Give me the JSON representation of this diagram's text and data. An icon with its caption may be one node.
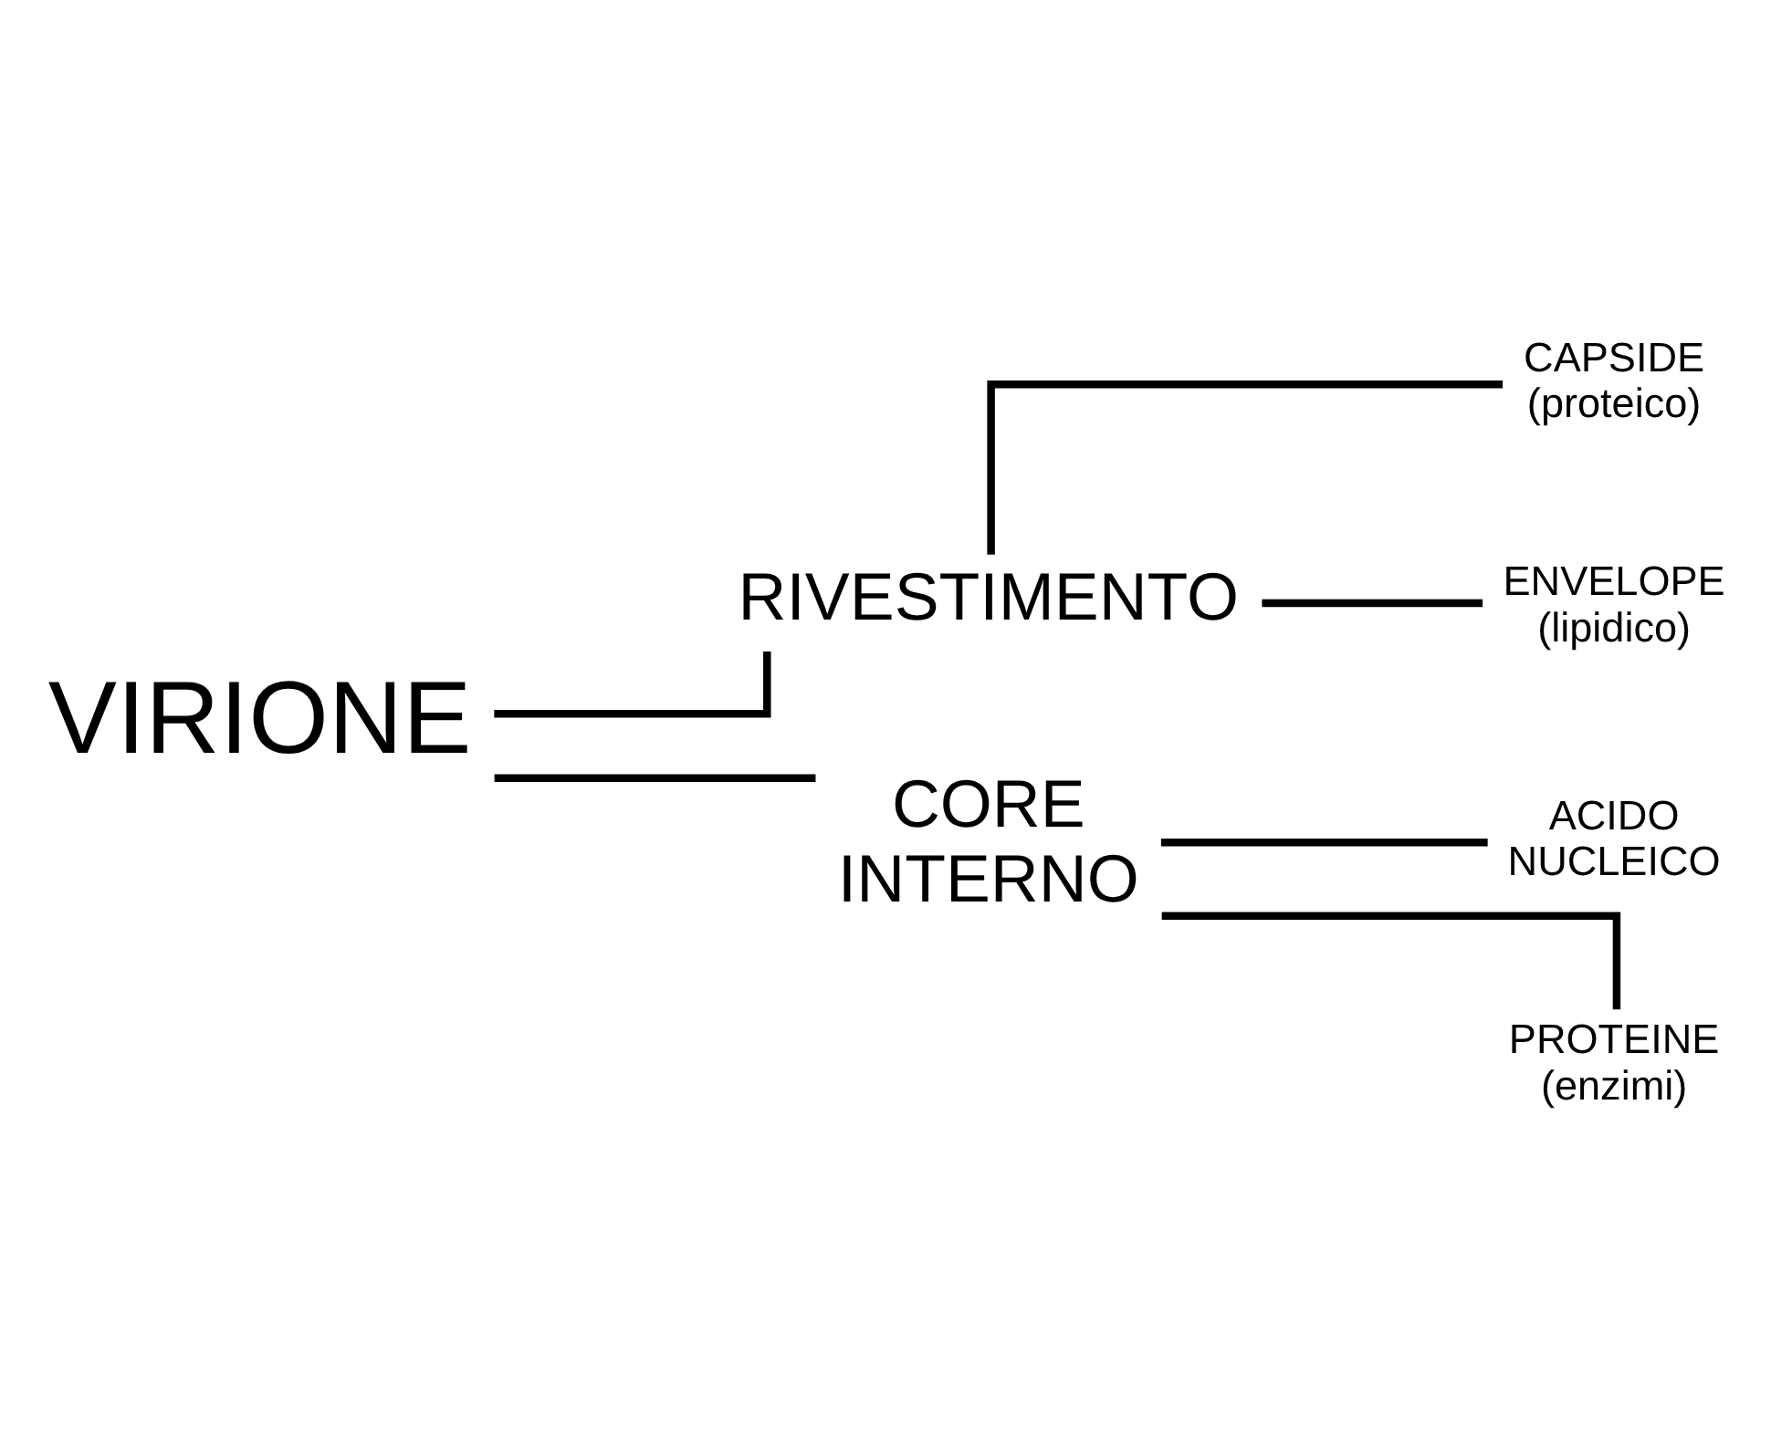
{
  "diagram": {
    "nodes": [
      {
        "text": [
          "VIRIONE"
        ]
      },
      {
        "text": [
          "RIVESTIMENTO"
        ]
      },
      {
        "text": [
          "CORE INTERNO"
        ]
      },
      {
        "text": [
          "CAPSIDE",
          "(proteico)"
        ]
      },
      {
        "text": [
          "ENVELOPE",
          "(lipidico)"
        ]
      },
      {
        "text": [
          "ACIDO NUCLEICO"
        ]
      },
      {
        "text": [
          "PROTEINE",
          "(enzimi)"
        ]
      }
    ],
    "edges": [
      {
        "from": 0,
        "to": 1,
        "arrow": "none"
      },
      {
        "from": 0,
        "to": 2,
        "arrow": "none"
      },
      {
        "from": 1,
        "to": 3,
        "arrow": "none"
      },
      {
        "from": 1,
        "to": 4,
        "arrow": "none"
      },
      {
        "from": 2,
        "to": 5,
        "arrow": "none"
      },
      {
        "from": 2,
        "to": 6,
        "arrow": "none"
      }
    ]
  }
}
